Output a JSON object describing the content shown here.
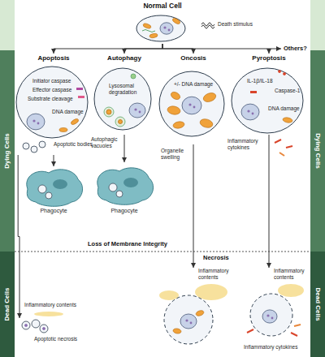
{
  "diagram": {
    "nodes": [
      {
        "text": [
          "Normal Cell"
        ]
      },
      {
        "text": [
          "Dying Cells"
        ]
      },
      {
        "text": [
          "Dying Cells"
        ]
      },
      {
        "text": [
          "Apoptosis"
        ]
      },
      {
        "text": [
          "Autophagy"
        ]
      },
      {
        "text": [
          "Oncosis"
        ]
      },
      {
        "text": [
          "Pyroptosis"
        ]
      },
      {
        "text": [
          "Phagocyte"
        ]
      },
      {
        "text": [
          "Phagocyte"
        ]
      },
      {
        "text": [
          "Dead Cells"
        ]
      },
      {
        "text": [
          "Dead Cells"
        ]
      },
      {
        "text": [
          "Apoptotic necrosis"
        ]
      },
      {
        "text": [
          "Inflammatory contents"
        ]
      },
      {
        "text": [
          "Inflammatory contents"
        ]
      }
    ],
    "edges": [
      {
        "from": 0,
        "to": 3,
        "arrow": "to"
      },
      {
        "from": 0,
        "to": 4,
        "arrow": "to"
      },
      {
        "from": 0,
        "to": 5,
        "arrow": "to"
      },
      {
        "from": 0,
        "to": 6,
        "arrow": "to"
      },
      {
        "from": 3,
        "to": 7,
        "arrow": "to"
      },
      {
        "from": 3,
        "to": 11,
        "arrow": "to"
      },
      {
        "from": 4,
        "to": 8,
        "arrow": "to"
      },
      {
        "from": 5,
        "to": 12,
        "arrow": "to"
      },
      {
        "from": 6,
        "to": 13,
        "arrow": "to"
      }
    ],
    "labels": [
      "Death stimulus",
      "Others?",
      "Initiator caspase",
      "Effector caspase",
      "Substrate cleavage",
      "DNA damage",
      "Apoptotic bodies",
      "Lysosomal degradation",
      "Autophagic vacuoles",
      "+/- DNA damage",
      "Organelle swelling",
      "IL-1β/IL-18",
      "Caspase-1",
      "DNA damage",
      "Inflammatory cytokines",
      "Loss of Membrane Integrity",
      "Necrosis",
      "Inflammatory contents",
      "Inflammatory cytokines"
    ]
  }
}
